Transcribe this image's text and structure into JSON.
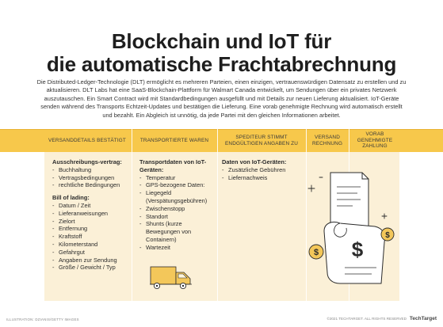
{
  "title": {
    "line1": "Blockchain und IoT für",
    "line2": "die automatische Frachtabrechnung"
  },
  "intro": "Die Distributed-Ledger-Technologie (DLT) ermöglicht es mehreren Parteien, einen einzigen, vertrauenswürdigen Datensatz zu erstellen und zu aktualisieren. DLT Labs hat eine SaaS-Blockchain-Plattform für Walmart Canada entwickelt, um Sendungen über ein privates Netzwerk auszutauschen. Ein Smart Contract wird mit Standardbedingungen ausgefüllt und mit Details zur neuen Lieferung aktualisiert. IoT-Geräte senden während des Transports Echtzeit-Updates und bestätigen die Lieferung. Eine vorab genehmigte Rechnung wird automatisch erstellt und bezahlt. Ein Abgleich ist unnötig, da jede Partei mit den gleichen Informationen arbeitet.",
  "columns": {
    "h0": "Versanddetails bestätigt",
    "h1": "Transportierte Waren",
    "h2": "Spediteur stimmt endgültigen Angaben zu",
    "h3": "Versand Rechnung",
    "h4": "Vorab genehmigte Zahlung"
  },
  "col0": {
    "label1": "Ausschreibungs-vertrag:",
    "items1": [
      "Buchhaltung",
      "Vertragsbedingungen",
      "rechtliche Bedingungen"
    ],
    "label2": "Bill of lading:",
    "items2": [
      "Datum / Zeit",
      "Lieferanweisungen",
      "Zielort",
      "Entfernung",
      "Kraftstoff",
      "Kilometerstand",
      "Gefahrgut",
      "Angaben zur Sendung",
      "Größe / Gewicht / Typ"
    ]
  },
  "col1": {
    "label": "Transportdaten von IoT-Geräten:",
    "items": [
      "Temperatur",
      "GPS-bezogene Daten:",
      "Liegegeld (Verspätungsgebühren)",
      "Zwischenstopp",
      "Standort",
      "Shunts (kurze Bewegungen von Containern)",
      "Wartezeit"
    ]
  },
  "col2": {
    "label": "Daten von IoT-Geräten:",
    "items": [
      "Zusätzliche Gebühren",
      "Liefernachweis"
    ]
  },
  "footer": {
    "left": "Illustration: Dzianis/Getty Images",
    "right": "©2021 TechTarget. All rights reserved",
    "logo": "TechTarget"
  },
  "colors": {
    "accent": "#f7c84b",
    "band": "#fbf0d7",
    "truck": "#f3c75a"
  },
  "icons": [
    "truck-icon",
    "documents-dollar-icon"
  ]
}
